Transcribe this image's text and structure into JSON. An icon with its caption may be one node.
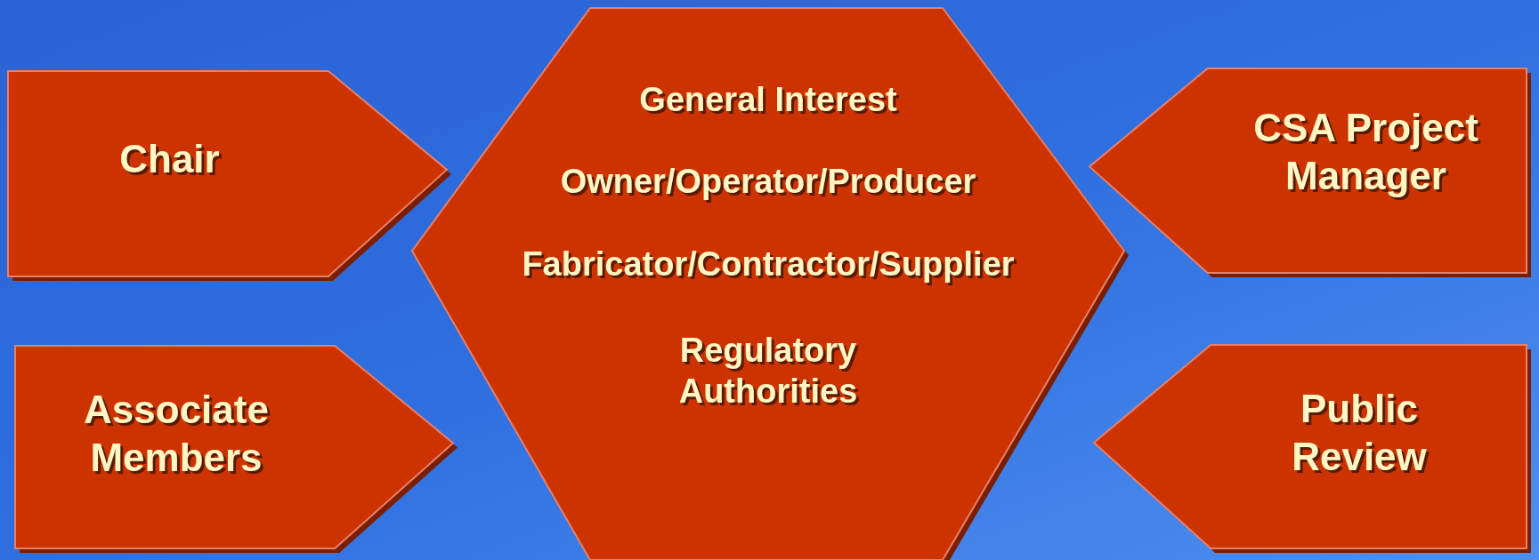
{
  "diagram": {
    "nodes": [
      {
        "text": [
          "Chair"
        ]
      },
      {
        "text": [
          "Associate Members"
        ]
      },
      {
        "text": [
          "General Interest",
          "Owner/Operator/Producer",
          "Fabricator/Contractor/Supplier",
          "Regulatory Authorities"
        ]
      },
      {
        "text": [
          "CSA Project Manager"
        ]
      },
      {
        "text": [
          "Public Review"
        ]
      }
    ]
  }
}
